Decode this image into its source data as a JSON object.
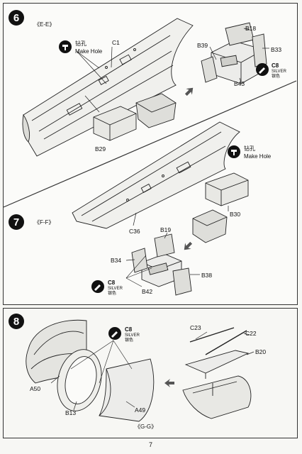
{
  "steps": [
    {
      "number": "6",
      "section": "《E-E》",
      "labels": {
        "c1": "C1",
        "b18": "B18",
        "b39": "B39",
        "b33": "B33",
        "b43": "B43",
        "b29": "B29"
      },
      "drill": {
        "zh": "钻孔",
        "en": "Make Hole"
      },
      "paint": {
        "code": "C8",
        "name": "SILVER",
        "zh": "银色"
      }
    },
    {
      "number": "7",
      "section": "《F-F》",
      "labels": {
        "b30": "B30",
        "c36": "C36",
        "b19": "B19",
        "b34": "B34",
        "b38": "B38",
        "b42": "B42"
      },
      "drill": {
        "zh": "钻孔",
        "en": "Make Hole"
      },
      "paint": {
        "code": "C8",
        "name": "SILVER",
        "zh": "银色"
      }
    },
    {
      "number": "8",
      "section": "《G-G》",
      "labels": {
        "c23": "C23",
        "c22": "C22",
        "b20": "B20",
        "a50": "A50",
        "b13": "B13",
        "a49": "A49"
      },
      "paint": {
        "code": "C8",
        "name": "SILVER",
        "zh": "银色"
      }
    }
  ],
  "page_number": "7",
  "icons": {
    "drill": "drill-icon",
    "paint": "paint-brush-icon",
    "arrow": "assembly-arrow-icon"
  }
}
